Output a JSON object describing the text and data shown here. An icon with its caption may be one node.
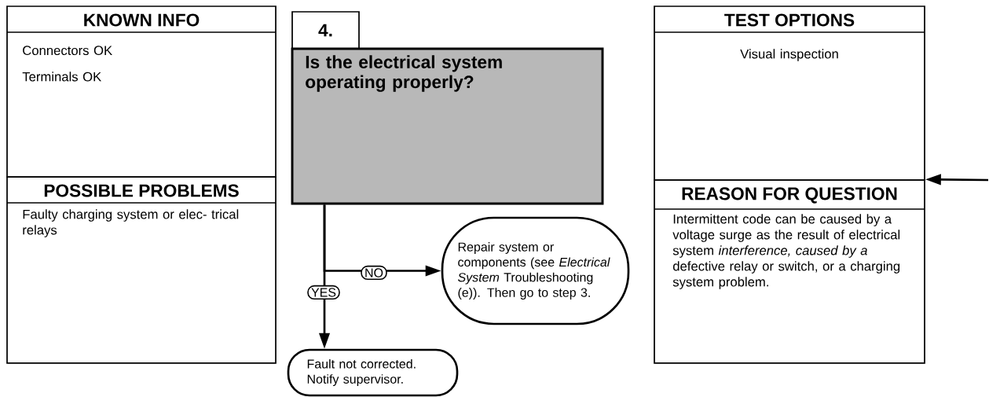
{
  "diagram": {
    "nodes": [
      {
        "text": [
          "KNOWN INFO",
          "Connectors OK",
          "Terminals OK"
        ]
      },
      {
        "text": [
          "POSSIBLE PROBLEMS",
          "Faulty charging system or elec- trical relays"
        ]
      },
      {
        "text": [
          "4."
        ]
      },
      {
        "text": [
          "Is the electrical system operating properly?"
        ]
      },
      {
        "text": [
          "Repair system or components (see *Electrical System* Troubleshooting (e)). Then go to step 3."
        ]
      },
      {
        "text": [
          "Fault not corrected. Notify supervisor."
        ]
      },
      {
        "text": [
          "TEST OPTIONS",
          "Visual inspection"
        ]
      },
      {
        "text": [
          "REASON FOR QUESTION",
          "Intermittent code can be caused by a voltage surge as the result of electrical system *interference, caused by a* defective relay or switch, or a charging system problem."
        ]
      }
    ],
    "edges": [
      {
        "from": 3,
        "to": 4,
        "arrow": "to",
        "label": "NO"
      },
      {
        "from": 3,
        "to": 5,
        "arrow": "to",
        "label": "YES"
      },
      {
        "from": null,
        "to": 7,
        "arrow": "to"
      }
    ]
  }
}
